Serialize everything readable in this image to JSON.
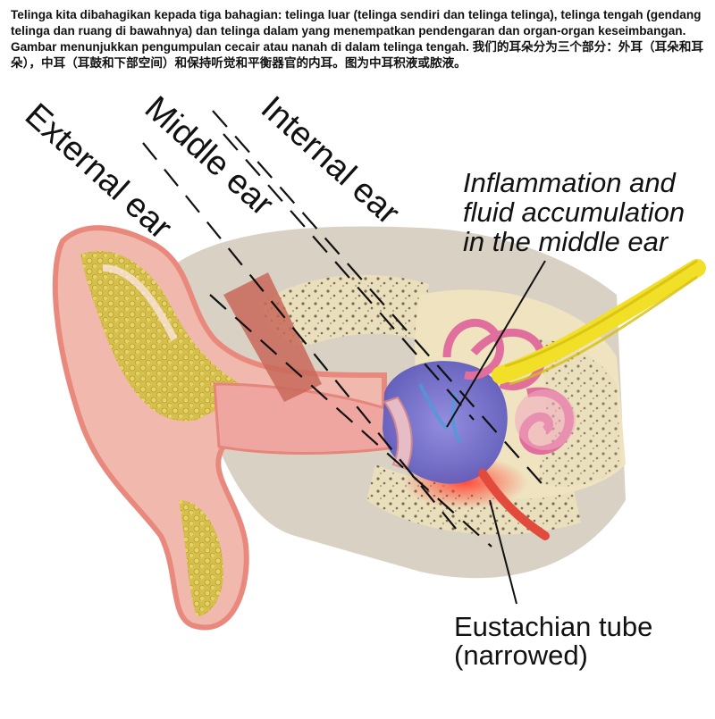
{
  "caption": "Telinga kita dibahagikan kepada tiga bahagian: telinga luar (telinga sendiri dan telinga telinga), telinga tengah (gendang telinga dan ruang di bawahnya) dan telinga dalam yang menempatkan pendengaran dan organ-organ keseimbangan. Gambar menunjukkan pengumpulan cecair atau nanah di dalam telinga tengah. 我们的耳朵分为三个部分：外耳（耳朵和耳朵），中耳（耳鼓和下部空间）和保持听觉和平衡器官的内耳。图为中耳积液或脓液。",
  "diagram": {
    "section_labels": {
      "external": "External ear",
      "middle": "Middle ear",
      "internal": "Internal ear"
    },
    "callouts": {
      "inflammation": [
        "Inflammation and",
        "fluid accumulation",
        "in the middle ear"
      ],
      "eustachian": [
        "Eustachian tube",
        "(narrowed)"
      ]
    }
  },
  "colors": {
    "skin": "#f1b8ad",
    "skin_edge": "#e9897d",
    "cartilage": "#d8c35a",
    "bone": "#efe5c5",
    "fluid": "#7f7ad3",
    "cochlea": "#e06f9d",
    "nerve": "#f1df28",
    "muscle": "#c8685a",
    "inflamed": "#ff4d3d"
  }
}
